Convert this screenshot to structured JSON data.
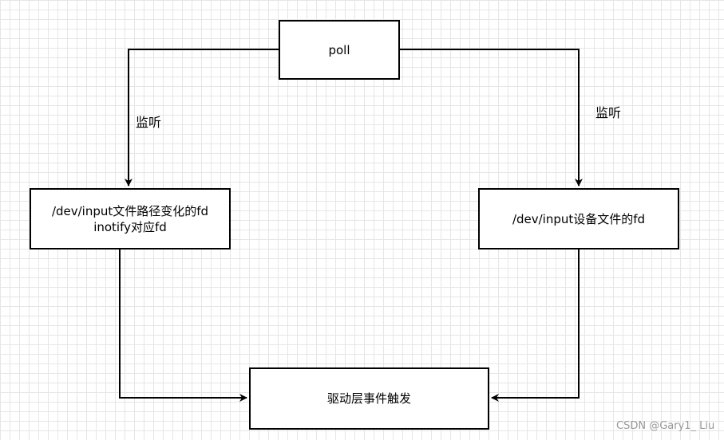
{
  "nodes": {
    "poll": "poll",
    "inotify_line1": "/dev/input文件路径变化的fd",
    "inotify_line2": "inotify对应fd",
    "device_fd": "/dev/input设备文件的fd",
    "driver_event": "驱动层事件触发"
  },
  "edge_labels": {
    "left_listen": "监听",
    "right_listen": "监听"
  },
  "watermark": "CSDN @Gary1_ Liu"
}
